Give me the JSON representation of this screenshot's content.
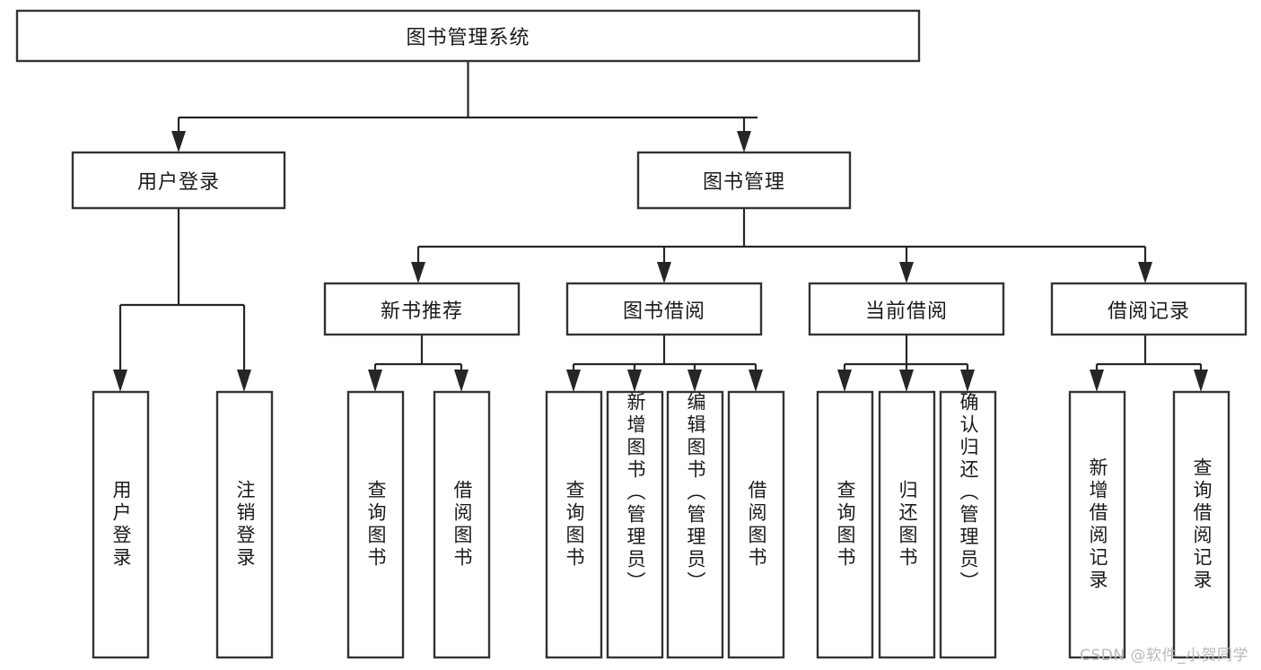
{
  "diagram": {
    "type": "tree-hierarchy",
    "title": "图书管理系统",
    "watermark": "CSDN @软件_小贺同学",
    "colors": {
      "box_stroke": "#333333",
      "box_fill": "#ffffff",
      "connector": "#262626",
      "text": "#1a1a1a",
      "watermark": "#b9b9b9",
      "background": "#ffffff"
    },
    "levels": {
      "root": {
        "label": "图书管理系统",
        "orientation": "horizontal"
      },
      "level2": [
        {
          "label": "用户登录",
          "orientation": "horizontal"
        },
        {
          "label": "图书管理",
          "orientation": "horizontal"
        }
      ],
      "level3": [
        {
          "label": "新书推荐",
          "orientation": "horizontal",
          "parent": "图书管理"
        },
        {
          "label": "图书借阅",
          "orientation": "horizontal",
          "parent": "图书管理"
        },
        {
          "label": "当前借阅",
          "orientation": "horizontal",
          "parent": "图书管理"
        },
        {
          "label": "借阅记录",
          "orientation": "horizontal",
          "parent": "图书管理"
        }
      ],
      "leaves": [
        {
          "label": "用户登录",
          "orientation": "vertical",
          "parent": "用户登录"
        },
        {
          "label": "注销登录",
          "orientation": "vertical",
          "parent": "用户登录"
        },
        {
          "label": "查询图书",
          "orientation": "vertical",
          "parent": "新书推荐"
        },
        {
          "label": "借阅图书",
          "orientation": "vertical",
          "parent": "新书推荐"
        },
        {
          "label": "查询图书",
          "orientation": "vertical",
          "parent": "图书借阅"
        },
        {
          "label": "新增图书（管理员）",
          "orientation": "vertical",
          "parent": "图书借阅"
        },
        {
          "label": "编辑图书（管理员）",
          "orientation": "vertical",
          "parent": "图书借阅"
        },
        {
          "label": "借阅图书",
          "orientation": "vertical",
          "parent": "图书借阅"
        },
        {
          "label": "查询图书",
          "orientation": "vertical",
          "parent": "当前借阅"
        },
        {
          "label": "归还图书",
          "orientation": "vertical",
          "parent": "当前借阅"
        },
        {
          "label": "确认归还（管理员）",
          "orientation": "vertical",
          "parent": "当前借阅"
        },
        {
          "label": "新增借阅记录",
          "orientation": "vertical",
          "parent": "借阅记录"
        },
        {
          "label": "查询借阅记录",
          "orientation": "vertical",
          "parent": "借阅记录"
        }
      ]
    }
  }
}
